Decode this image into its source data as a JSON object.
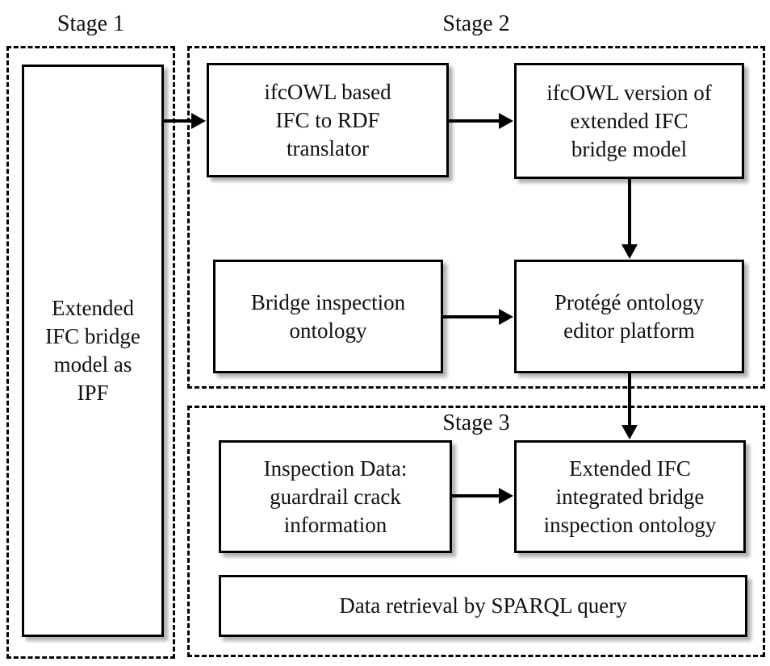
{
  "diagram": {
    "type": "flowchart",
    "stages": {
      "stage1": {
        "label": "Stage 1"
      },
      "stage2": {
        "label": "Stage 2"
      },
      "stage3": {
        "label": "Stage 3"
      }
    },
    "nodes": {
      "extended_ifc_bridge_model": {
        "label": "Extended\nIFC bridge\nmodel as\nIPF",
        "stage": "Stage 1"
      },
      "ifc_to_rdf_translator": {
        "label": "ifcOWL based\nIFC to RDF\ntranslator",
        "stage": "Stage 2"
      },
      "ifcowl_version": {
        "label": "ifcOWL version of\nextended IFC\nbridge model",
        "stage": "Stage 2"
      },
      "bridge_inspection_ontology": {
        "label": "Bridge inspection\nontology",
        "stage": "Stage 2"
      },
      "protege_editor": {
        "label": "Protégé ontology\neditor platform",
        "stage": "Stage 2"
      },
      "inspection_data": {
        "label": "Inspection Data:\nguardrail crack\ninformation",
        "stage": "Stage 3"
      },
      "integrated_ontology": {
        "label": "Extended IFC\nintegrated bridge\ninspection ontology",
        "stage": "Stage 3"
      },
      "sparql_query": {
        "label": "Data retrieval by SPARQL query",
        "stage": "Stage 3"
      }
    },
    "edges": [
      {
        "from": "extended_ifc_bridge_model",
        "to": "ifc_to_rdf_translator",
        "direction": "right"
      },
      {
        "from": "ifc_to_rdf_translator",
        "to": "ifcowl_version",
        "direction": "right"
      },
      {
        "from": "ifcowl_version",
        "to": "protege_editor",
        "direction": "down"
      },
      {
        "from": "bridge_inspection_ontology",
        "to": "protege_editor",
        "direction": "right"
      },
      {
        "from": "protege_editor",
        "to": "integrated_ontology",
        "direction": "down"
      },
      {
        "from": "inspection_data",
        "to": "integrated_ontology",
        "direction": "right"
      }
    ],
    "colors": {
      "line": "#000000",
      "text": "#111111",
      "background": "#ffffff",
      "shadow": "rgba(0,0,0,0.30)"
    }
  }
}
